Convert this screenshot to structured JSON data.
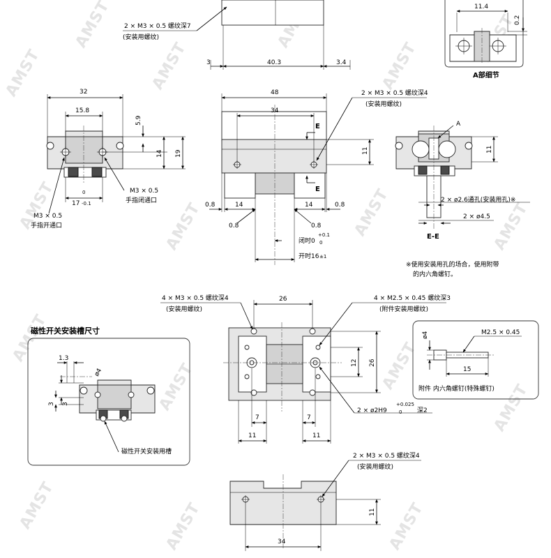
{
  "top_view": {
    "thread_note": "2 × M3 × 0.5  螺纹深7",
    "thread_sub": "(安装用螺纹)",
    "dims": [
      "3",
      "40.3",
      "3.4"
    ]
  },
  "detail_a": {
    "title": "A部细节",
    "dims": [
      "11.4",
      "0.2"
    ]
  },
  "end_view_left": {
    "dims": [
      "32",
      "15.8",
      "5.9",
      "14",
      "19"
    ],
    "tol_top": "0",
    "tol_main": "17",
    "tol_bottom": "-0.1",
    "port_close": "M3 × 0.5",
    "port_close_sub": "手指闭通口",
    "port_open": "M3 × 0.5",
    "port_open_sub": "手指开通口"
  },
  "front_view": {
    "thread_note": "2 × M3 × 0.5  螺纹深4",
    "thread_sub": "(安装用螺纹)",
    "dims": [
      "48",
      "34",
      "11",
      "0.8",
      "14",
      "14",
      "0.8",
      "0.8",
      "0.8"
    ],
    "section_mark": "E",
    "closed_label": "闭时0",
    "closed_tol_top": "+0.1",
    "closed_tol_bottom": "0",
    "open_label": "开时16",
    "open_tol": "±1"
  },
  "section_ee": {
    "title": "E-E",
    "mark_a": "A",
    "dim_11": "11",
    "hole_note": "2 × ø2.6通孔(安装用孔)※",
    "dia_note": "2 × ø4.5",
    "remark_1": "※使用安装用孔的场合，使用附带",
    "remark_2": "的内六角螺钉。"
  },
  "bottom_view": {
    "thread_note": "4 × M3 × 0.5  螺纹深4",
    "thread_sub": "(安装用螺纹)",
    "dim_26_top": "26",
    "acc_note": "4 × M2.5 × 0.45  螺纹深3",
    "acc_sub": "(附件安装用螺纹)",
    "dim_12": "12",
    "dim_26_right": "26",
    "pin_note": "2 × ø2H9",
    "pin_tol_top": "+0.025",
    "pin_tol_bottom": "0",
    "pin_depth": "深2",
    "dims_bottom": [
      "7",
      "7",
      "11",
      "11"
    ]
  },
  "magnet_panel": {
    "title": "磁性开关安装槽尺寸",
    "dims": [
      "1.3",
      "ø4",
      "3",
      "3"
    ],
    "groove_label": "磁性开关安装用槽"
  },
  "accessory_panel": {
    "dim_phi": "ø4",
    "screw": "M2.5 × 0.45",
    "length": "15",
    "caption": "附件    内六角螺钉(特殊螺钉)"
  },
  "side_view": {
    "thread_note": "2 × M3 × 0.5  螺纹深4",
    "thread_sub": "(安装用螺纹)",
    "dims": [
      "11",
      "34"
    ]
  },
  "watermark": "AMST"
}
